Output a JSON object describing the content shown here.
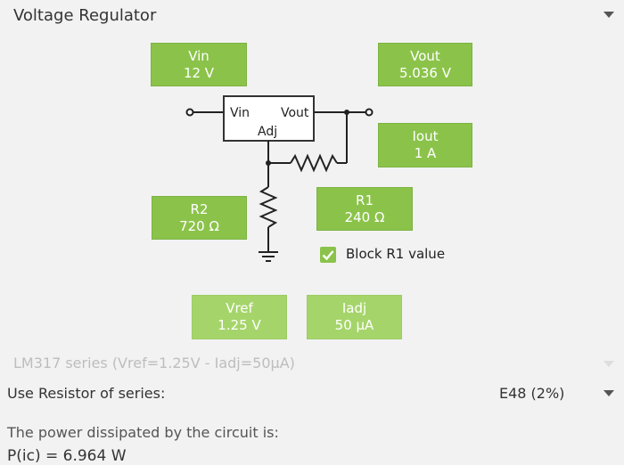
{
  "header": {
    "title": "Voltage Regulator"
  },
  "buttons": {
    "vin": {
      "label": "Vin",
      "value": "12 V"
    },
    "vout": {
      "label": "Vout",
      "value": "5.036 V"
    },
    "iout": {
      "label": "Iout",
      "value": "1 A"
    },
    "r2": {
      "label": "R2",
      "value": "720 Ω"
    },
    "r1": {
      "label": "R1",
      "value": "240 Ω"
    },
    "vref": {
      "label": "Vref",
      "value": "1.25 V"
    },
    "iadj": {
      "label": "Iadj",
      "value": "50 µA"
    }
  },
  "circuit": {
    "pin_vin": "Vin",
    "pin_vout": "Vout",
    "pin_adj": "Adj"
  },
  "block_r1": {
    "label": "Block R1 value",
    "checked": true
  },
  "series_select": {
    "value": "LM317 series (Vref=1.25V - Iadj=50µA)"
  },
  "resistor_series": {
    "label": "Use Resistor of series:",
    "value": "E48 (2%)"
  },
  "power": {
    "label": "The power dissipated by the circuit is:",
    "value": "P(ic) = 6.964 W"
  },
  "colors": {
    "button": "#8bc34a",
    "button_disabled": "#a5d56a"
  }
}
